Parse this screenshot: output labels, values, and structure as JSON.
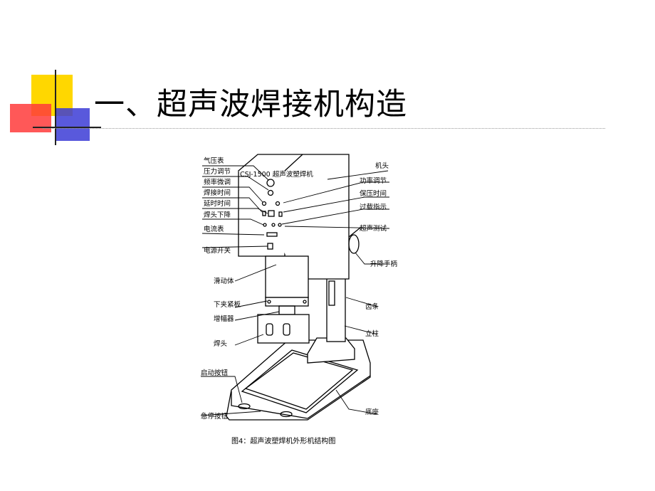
{
  "slide": {
    "title": "一、超声波焊接机构造",
    "caption": "图4：超声波塑焊机外形机结构图",
    "colors": {
      "yellow": "#ffd700",
      "red": "#ff3030",
      "blue": "#3c3cd6",
      "line": "#000000"
    }
  },
  "diagram": {
    "left_labels": [
      "气压表",
      "压力调节",
      "频率微调",
      "焊接时间",
      "延时时间",
      "焊头下降",
      "电流表",
      "电源开关",
      "滑动体",
      "下夹紧板",
      "增幅器",
      "焊头",
      "启动按钮",
      "急停按钮"
    ],
    "right_labels": [
      "机头",
      "功率调节",
      "保压时间",
      "过载指示",
      "超声测试",
      "升降手柄",
      "齿条",
      "立柱",
      "底座"
    ]
  }
}
